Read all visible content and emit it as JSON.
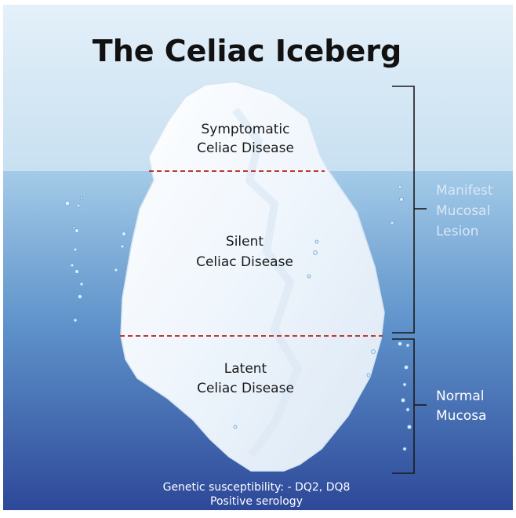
{
  "title": "The Celiac Iceberg",
  "tiers": {
    "top": [
      "Symptomatic",
      "Celiac Disease"
    ],
    "middle": [
      "Silent",
      "Celiac Disease"
    ],
    "bottom": [
      "Latent",
      "Celiac Disease"
    ]
  },
  "brackets": {
    "manifest": [
      "Manifest",
      "Mucosal",
      "Lesion"
    ],
    "normal": [
      "Normal",
      "Mucosa"
    ]
  },
  "footer": {
    "line1": "Genetic susceptibility: - DQ2, DQ8",
    "line2": "Positive serology"
  },
  "colors": {
    "sky_top": "#c8e0f1",
    "water_top": "#9fc8e6",
    "water_bottom": "#2e4a9c",
    "divider": "#c0392b"
  }
}
